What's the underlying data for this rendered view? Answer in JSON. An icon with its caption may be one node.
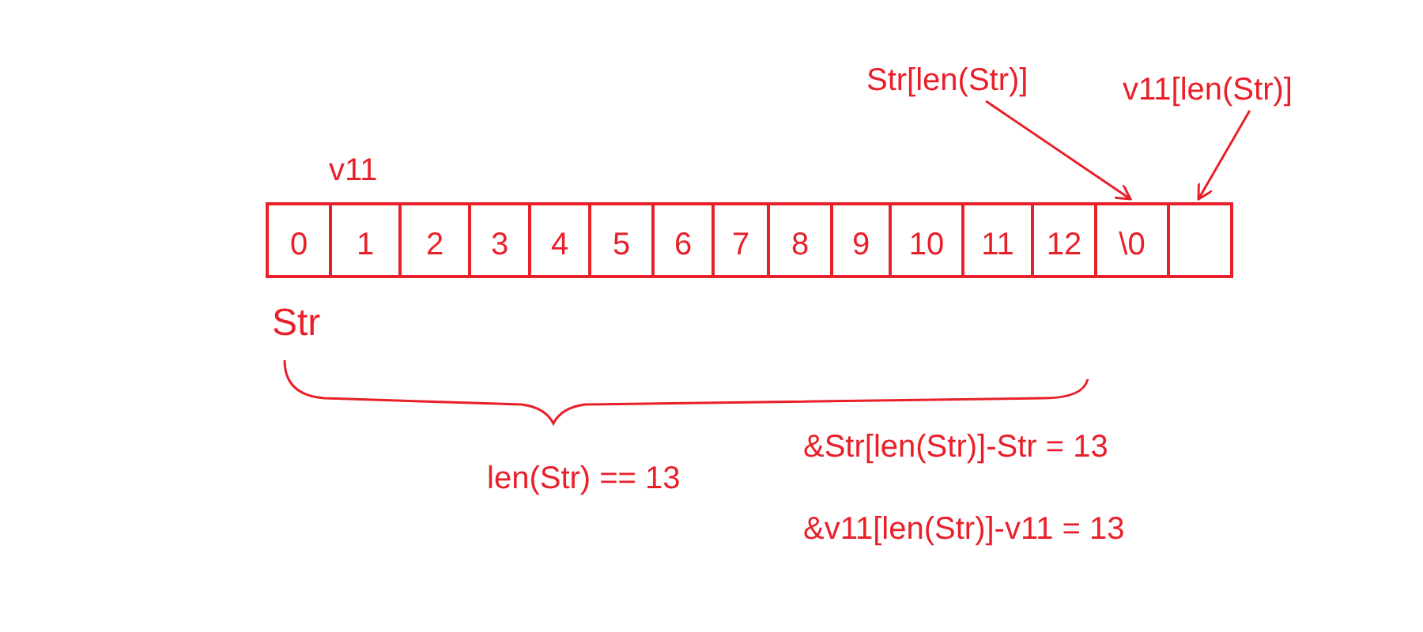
{
  "diagram": {
    "nodes": [
      {
        "text": [
          "0"
        ]
      },
      {
        "text": [
          "1"
        ]
      },
      {
        "text": [
          "2"
        ]
      },
      {
        "text": [
          "3"
        ]
      },
      {
        "text": [
          "4"
        ]
      },
      {
        "text": [
          "5"
        ]
      },
      {
        "text": [
          "6"
        ]
      },
      {
        "text": [
          "7"
        ]
      },
      {
        "text": [
          "8"
        ]
      },
      {
        "text": [
          "9"
        ]
      },
      {
        "text": [
          "10"
        ]
      },
      {
        "text": [
          "11"
        ]
      },
      {
        "text": [
          "12"
        ]
      },
      {
        "text": [
          "\\0"
        ]
      },
      {
        "text": [],
        "shape": "box"
      },
      {
        "text": [
          "Str[len(Str)]"
        ]
      },
      {
        "text": [
          "v11[len(Str)]"
        ]
      }
    ],
    "edges": [
      {
        "from": 15,
        "to": 13,
        "arrow": "to"
      },
      {
        "from": 16,
        "to": 14,
        "arrow": "to"
      }
    ],
    "labels": [
      "v11",
      "Str",
      "len(Str) == 13",
      "&Str[len(Str)]-Str = 13",
      "&v11[len(Str)]-v11 = 13"
    ]
  }
}
